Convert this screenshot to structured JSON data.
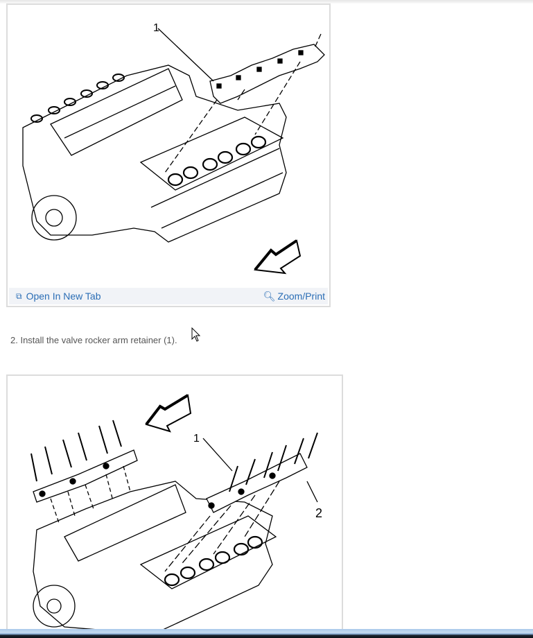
{
  "figure1": {
    "callouts": [
      "1"
    ],
    "footer": {
      "open_new_tab_label": "Open In New Tab",
      "zoom_print_label": "Zoom/Print",
      "open_icon": "open-new-tab-icon",
      "zoom_icon": "zoom-in-icon"
    }
  },
  "step": {
    "text": "2. Install the valve rocker arm retainer (1)."
  },
  "figure2": {
    "callouts": [
      "1",
      "2"
    ]
  },
  "colors": {
    "link": "#2a6db5",
    "footer_bg": "#f1f3f7",
    "border": "#dcdcdc",
    "body_text": "#555555"
  }
}
